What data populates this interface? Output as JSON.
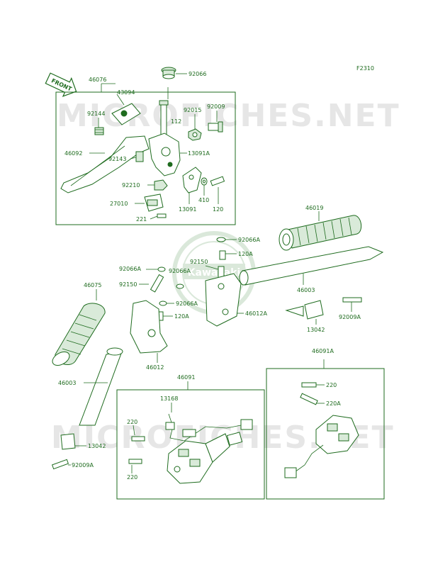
{
  "diagram_code": "F2310",
  "front_arrow_label": "FRONT",
  "watermark_text": "MICROFICHES.NET",
  "logo_text": "Kawasaki",
  "accent_color": "#1e6b1e",
  "part_labels": {
    "p46076": "46076",
    "p43094": "43094",
    "p92066": "92066",
    "p92144": "92144",
    "p92015": "92015",
    "p92009": "92009",
    "p112": "112",
    "p46092": "46092",
    "p92143": "92143",
    "p13091A": "13091A",
    "p92210": "92210",
    "p410": "410",
    "p27010": "27010",
    "p13091": "13091",
    "p120": "120",
    "p221": "221",
    "p46019": "46019",
    "p92066A_top": "92066A",
    "p92150_top": "92150",
    "p120A_top": "120A",
    "p92066A_left": "92066A",
    "p92066A_mid": "92066A",
    "p46075": "46075",
    "p92150_left": "92150",
    "p46003_right": "46003",
    "p92066A_low": "92066A",
    "p120A_low": "120A",
    "p46012A": "46012A",
    "p13042_right": "13042",
    "p92009A_right": "92009A",
    "p46012": "46012",
    "p46091A": "46091A",
    "p46091": "46091",
    "p46003_left": "46003",
    "p13168": "13168",
    "p220_a": "220",
    "p220A": "220A",
    "p220_b": "220",
    "p220_c": "220",
    "p13042_left": "13042",
    "p92009A_left": "92009A"
  }
}
